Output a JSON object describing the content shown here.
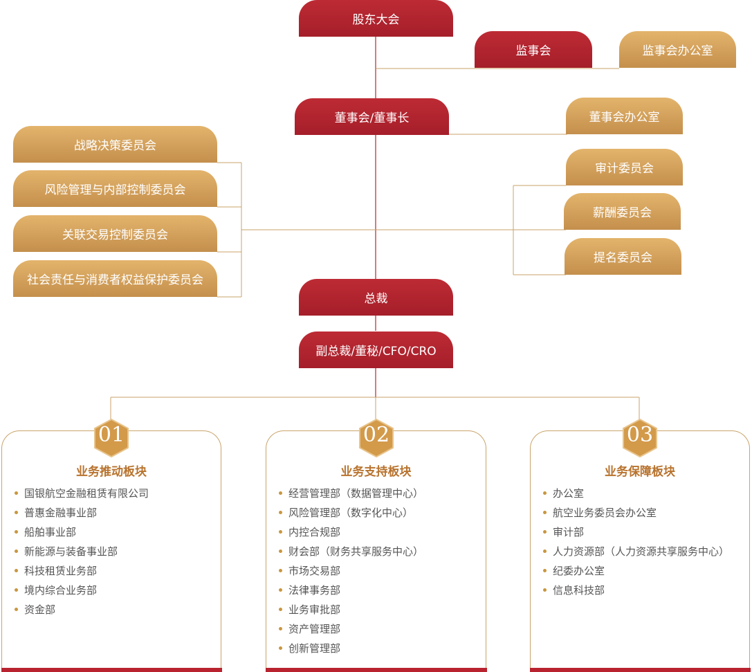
{
  "top": {
    "shareholders": "股东大会",
    "supervisory_board": "监事会",
    "supervisory_office": "监事会办公室",
    "board": "董事会/董事长",
    "board_office": "董事会办公室",
    "president": "总裁",
    "vice_president": "副总裁/董秘/CFO/CRO"
  },
  "left_committees": [
    "战略决策委员会",
    "风险管理与内部控制委员会",
    "关联交易控制委员会",
    "社会责任与消费者权益保护委员会"
  ],
  "right_committees": [
    "审计委员会",
    "薪酬委员会",
    "提名委员会"
  ],
  "sectors": [
    {
      "num": "01",
      "title": "业务推动板块",
      "items": [
        "国银航空金融租赁有限公司",
        "普惠金融事业部",
        "船舶事业部",
        "新能源与装备事业部",
        "科技租赁业务部",
        "境内综合业务部",
        "资金部"
      ]
    },
    {
      "num": "02",
      "title": "业务支持板块",
      "items": [
        "经营管理部（数据管理中心）",
        "风险管理部（数字化中心）",
        "内控合规部",
        "财会部（财务共享服务中心）",
        "市场交易部",
        "法律事务部",
        "业务审批部",
        "资产管理部",
        "创新管理部"
      ]
    },
    {
      "num": "03",
      "title": "业务保障板块",
      "items": [
        "办公室",
        "航空业务委员会办公室",
        "审计部",
        "人力资源部（人力资源共享服务中心）",
        "纪委办公室",
        "信息科技部"
      ]
    }
  ],
  "colors": {
    "red": "#b8232f",
    "gold": "#d4a35c",
    "line_red": "#b8232f",
    "line_gold": "#c9a36a"
  }
}
